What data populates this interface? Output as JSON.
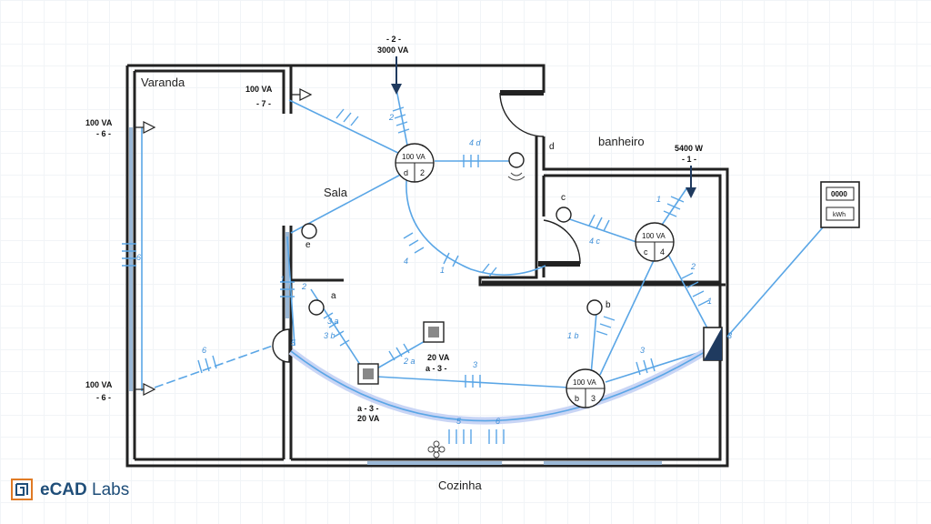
{
  "rooms": {
    "varanda": "Varanda",
    "sala": "Sala",
    "banheiro": "banheiro",
    "cozinha": "Cozinha"
  },
  "loads": {
    "top_circuit": "- 2 -",
    "top_power": "3000 VA",
    "shower_power": "5400 W",
    "shower_circuit": "- 1 -",
    "varanda_outlet_top_power": "100 VA",
    "varanda_outlet_top_circuit": "- 6 -",
    "varanda_outlet_bottom_power": "100 VA",
    "varanda_outlet_bottom_circuit": "- 6 -",
    "sala_outlet_power": "100 VA",
    "sala_outlet_circuit": "- 7 -",
    "lamp_sala_power": "100 VA",
    "lamp_sala_ids": [
      "d",
      "2"
    ],
    "lamp_banheiro_power": "100 VA",
    "lamp_banheiro_ids": [
      "c",
      "4"
    ],
    "lamp_cozinha_power": "100 VA",
    "lamp_cozinha_ids": [
      "b",
      "3"
    ],
    "cozinha_spot1_power": "20 VA",
    "cozinha_spot1_circuit": "a - 3 -",
    "cozinha_spot2_power": "20 VA",
    "cozinha_spot2_circuit": "a - 3 -"
  },
  "switch_labels": {
    "d": "d",
    "c": "c",
    "e": "e",
    "a": "a",
    "b": "b"
  },
  "meter": {
    "display": "0000",
    "unit": "kWh"
  },
  "circuit_tags": [
    "2",
    "4 d",
    "4 c",
    "1",
    "2",
    "1",
    "4",
    "1",
    "3 b",
    "1 b",
    "3",
    "3",
    "3",
    "5",
    "6",
    "6",
    "5",
    "2 a",
    "3 a",
    "2",
    "1",
    "6"
  ],
  "brand": {
    "name_bold": "eCAD",
    "name_rest": " Labs"
  },
  "colors": {
    "wire": "#5aa6e6",
    "wall": "#222222",
    "brand": "#1f4e79"
  }
}
